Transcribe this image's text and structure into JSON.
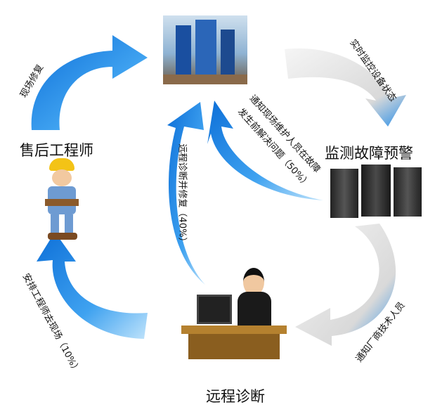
{
  "nodes": {
    "engineer": "售后工程师",
    "monitor": "监测故障预警",
    "remote": "远程诊断"
  },
  "edges": {
    "onsite_repair": "现场修复",
    "realtime_monitor": "实时监控设备状态",
    "notify_onsite_line1": "通知现场维护人员在故障",
    "notify_onsite_line2": "发生前解决问题（50%）",
    "remote_fix": "远程诊断并修复（40%）",
    "notify_vendor": "通知厂商技术人员",
    "dispatch_engineer": "安排工程师去现场（10%）"
  },
  "colors": {
    "arrow_blue": "#1e88e5",
    "arrow_light": "#9fd3f7",
    "arrow_grey": "#e6e6e6"
  }
}
